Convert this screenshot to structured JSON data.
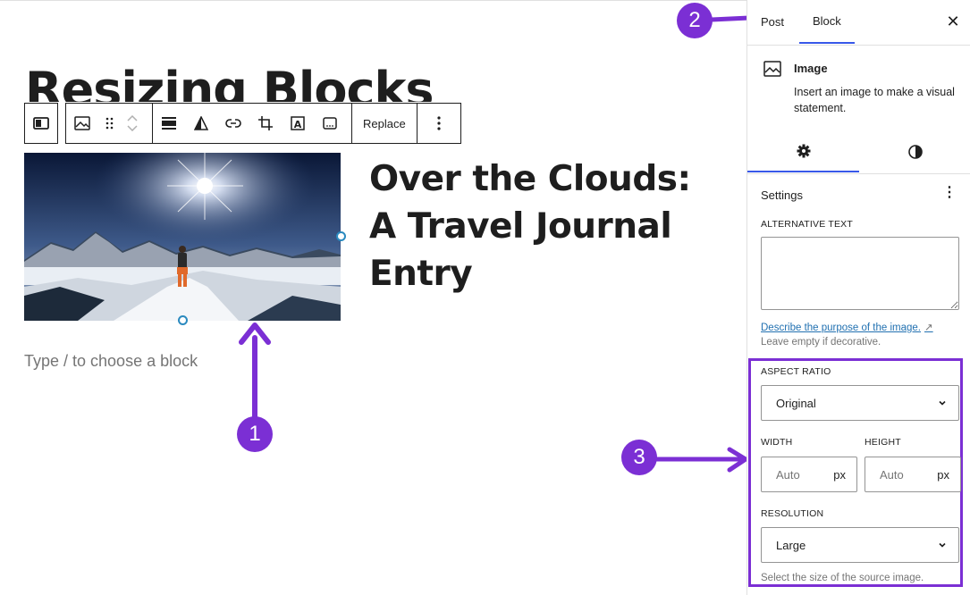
{
  "editor": {
    "page_title": "Resizing Blocks",
    "post_heading": "Over the Clouds: A Travel Journal Entry",
    "placeholder": "Type / to choose a block",
    "toolbar": {
      "replace_label": "Replace"
    }
  },
  "annotations": {
    "badge_1": "1",
    "badge_2": "2",
    "badge_3": "3",
    "accent_color": "#7b2fd4"
  },
  "sidebar": {
    "tabs": {
      "post_label": "Post",
      "block_label": "Block"
    },
    "block_card": {
      "name": "Image",
      "description": "Insert an image to make a visual statement."
    },
    "settings": {
      "title": "Settings",
      "alt_text_label": "ALTERNATIVE TEXT",
      "alt_text_value": "",
      "describe_link": "Describe the purpose of the image.",
      "describe_hint": "Leave empty if decorative.",
      "aspect_ratio_label": "ASPECT RATIO",
      "aspect_ratio_value": "Original",
      "width_label": "WIDTH",
      "width_placeholder": "Auto",
      "width_unit": "px",
      "height_label": "HEIGHT",
      "height_placeholder": "Auto",
      "height_unit": "px",
      "resolution_label": "RESOLUTION",
      "resolution_value": "Large",
      "resolution_hint": "Select the size of the source image."
    },
    "accent_color": "#3858e9"
  }
}
